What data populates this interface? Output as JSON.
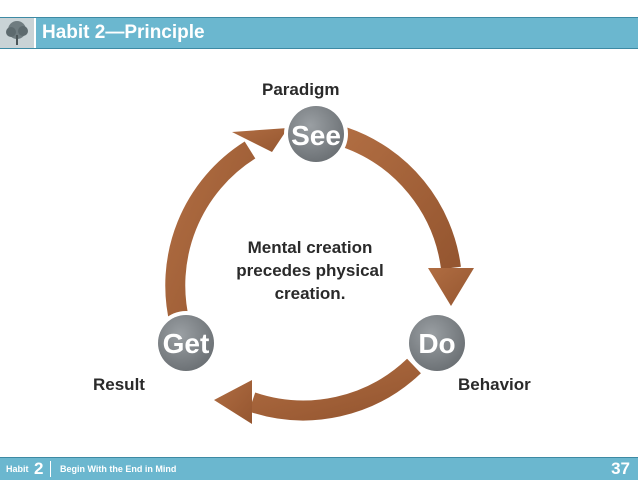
{
  "header": {
    "title": "Habit 2—Principle"
  },
  "diagram": {
    "nodes": [
      {
        "id": "see",
        "text": "See",
        "label": "Paradigm"
      },
      {
        "id": "do",
        "text": "Do",
        "label": "Behavior"
      },
      {
        "id": "get",
        "text": "Get",
        "label": "Result"
      }
    ],
    "center_line1": "Mental creation",
    "center_line2": "precedes physical",
    "center_line3": "creation."
  },
  "footer": {
    "habit_label": "Habit",
    "habit_number": "2",
    "subtitle": "Begin With the End in Mind",
    "page_number": "37"
  },
  "colors": {
    "header_bg": "#6bb7cf",
    "arrow": "#a2613a",
    "node": "#7e8387"
  }
}
